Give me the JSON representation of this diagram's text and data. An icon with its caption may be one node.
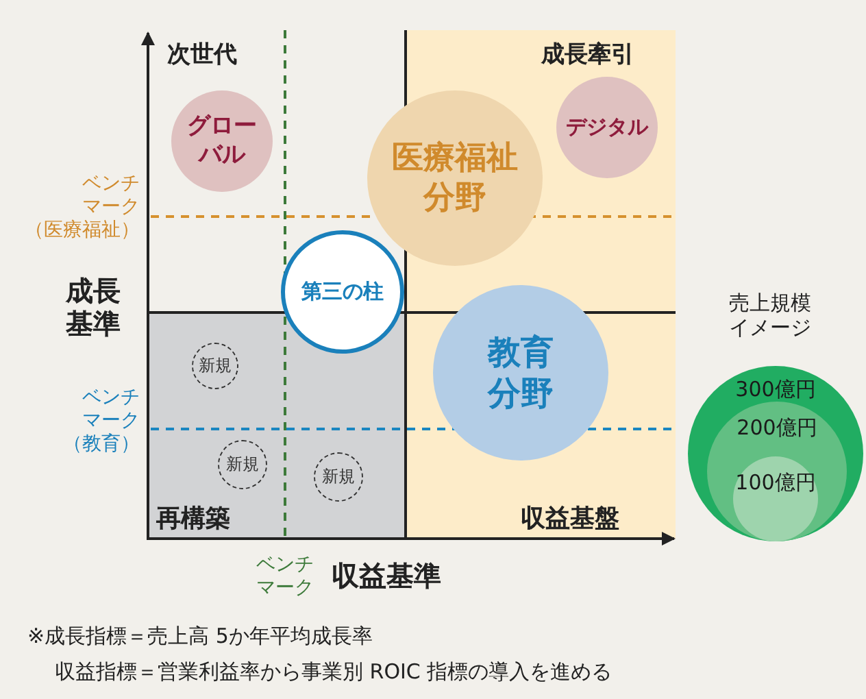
{
  "diagram": {
    "nodes": [
      {
        "text": [
          "グローバル"
        ]
      },
      {
        "text": [
          "デジタル"
        ]
      },
      {
        "text": [
          "医療福祉分野"
        ]
      },
      {
        "text": [
          "第三の柱"
        ]
      },
      {
        "text": [
          "教育分野"
        ]
      },
      {
        "text": [
          "新規"
        ]
      },
      {
        "text": [
          "新規"
        ]
      },
      {
        "text": [
          "新規"
        ]
      },
      {
        "text": [
          "300億円"
        ]
      },
      {
        "text": [
          "200億円"
        ],
        "in": 8
      },
      {
        "text": [
          "100億円"
        ],
        "in": 9
      }
    ],
    "labels": [
      "次世代",
      "成長牽引",
      "ベンチマーク（医療福祉）",
      "成長基準",
      "売上規模イメージ",
      "ベンチマーク（教育）",
      "再構築",
      "収益基盤",
      "ベンチマーク",
      "収益基準",
      "※成長指標＝売上高 5か年平均成長率",
      "収益指標＝営業利益率から事業別 ROIC 指標の導入を進める"
    ]
  }
}
